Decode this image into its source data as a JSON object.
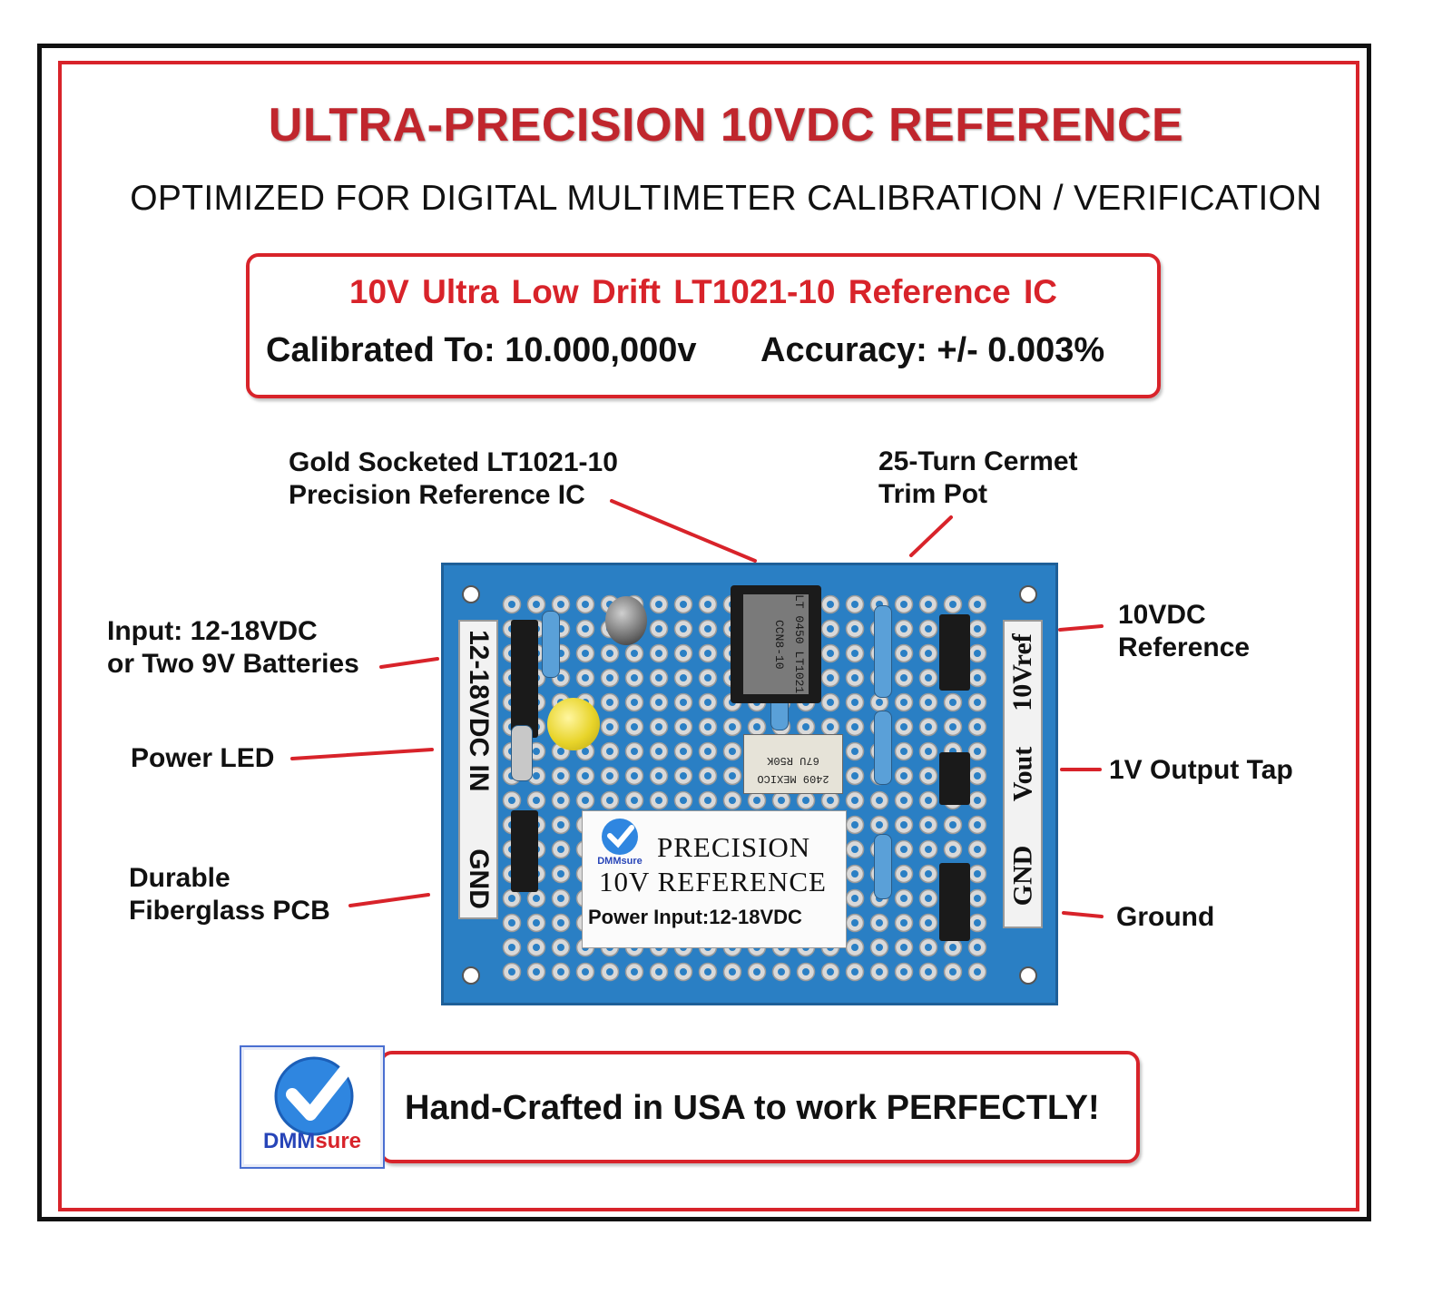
{
  "header": {
    "title": "ULTRA-PRECISION 10VDC REFERENCE",
    "subtitle": "OPTIMIZED FOR DIGITAL MULTIMETER CALIBRATION / VERIFICATION"
  },
  "specs": {
    "ic_line": "10V Ultra Low Drift  LT1021-10  Reference IC",
    "calibrated": "Calibrated To:  10.000,000v",
    "accuracy": "Accuracy:  +/- 0.003%"
  },
  "callouts": {
    "gold_socket": "Gold Socketed LT1021-10\nPrecision Reference IC",
    "trim_pot": "25-Turn Cermet\nTrim Pot",
    "input": "Input: 12-18VDC\nor Two 9V Batteries",
    "power_led": "Power LED",
    "pcb": "Durable\nFiberglass PCB",
    "ref_out": "10VDC\nReference",
    "tap": "1V Output Tap",
    "ground": "Ground"
  },
  "board": {
    "left_strip_top": "12-18VDC IN",
    "left_strip_bottom": "GND",
    "right_10v": "10Vref",
    "right_vout": "Vout",
    "right_gnd": "GND",
    "card_line1": "PRECISION",
    "card_line2": "10V REFERENCE",
    "card_line3": "Power Input:12-18VDC",
    "card_brand": "DMMsure",
    "chip_text": "LT 0450 LT1021 CCN8-10",
    "trimpot_text": "2409 MEXICO 67U R50K"
  },
  "banner": {
    "text": "Hand-Crafted in USA to work PERFECTLY!",
    "brand_a": "DMM",
    "brand_b": "sure"
  },
  "colors": {
    "accent_red": "#d8232a",
    "title_red": "#c0262d",
    "pcb_blue": "#2a7fc4",
    "brand_blue": "#2745b8"
  }
}
